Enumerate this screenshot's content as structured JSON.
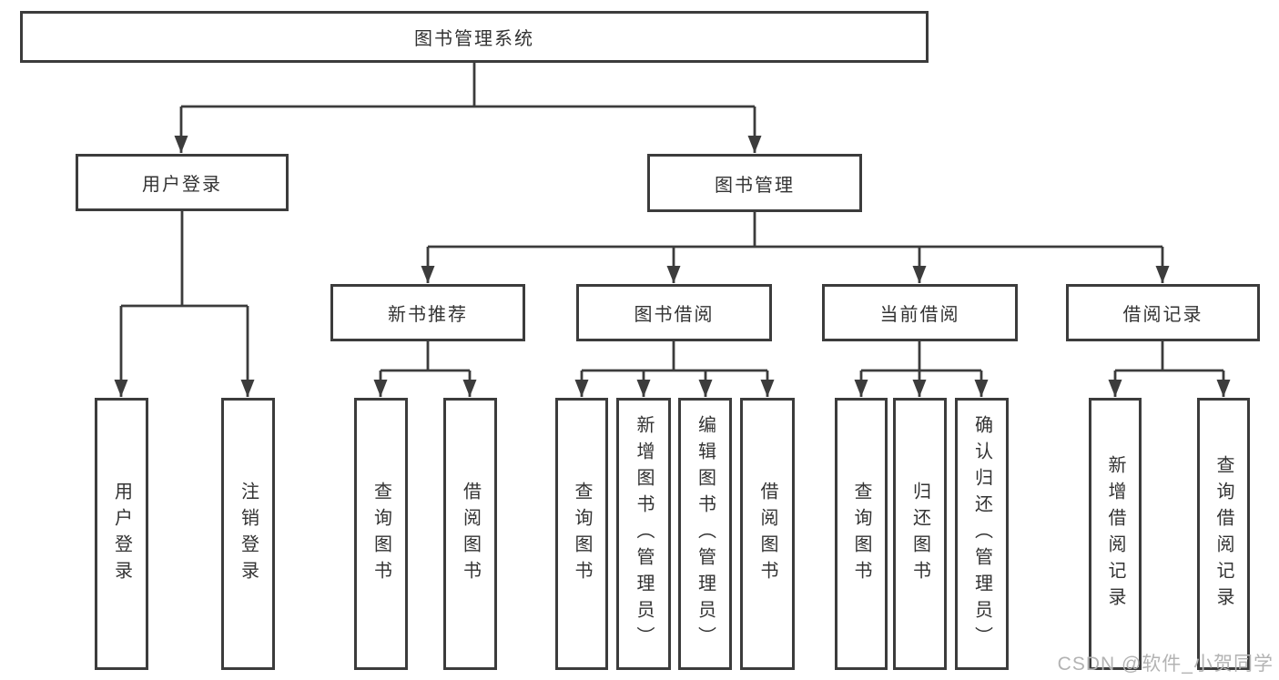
{
  "tree": {
    "root": {
      "label": "图书管理系统"
    },
    "branches": [
      {
        "label": "用户登录",
        "children": [
          {
            "label": "用户登录"
          },
          {
            "label": "注销登录"
          }
        ]
      },
      {
        "label": "图书管理",
        "children": [
          {
            "label": "新书推荐",
            "children": [
              {
                "label": "查询图书"
              },
              {
                "label": "借阅图书"
              }
            ]
          },
          {
            "label": "图书借阅",
            "children": [
              {
                "label": "查询图书"
              },
              {
                "label": "新增图书（管理员）"
              },
              {
                "label": "编辑图书（管理员）"
              },
              {
                "label": "借阅图书"
              }
            ]
          },
          {
            "label": "当前借阅",
            "children": [
              {
                "label": "查询图书"
              },
              {
                "label": "归还图书"
              },
              {
                "label": "确认归还（管理员）"
              }
            ]
          },
          {
            "label": "借阅记录",
            "children": [
              {
                "label": "新增借阅记录"
              },
              {
                "label": "查询借阅记录"
              }
            ]
          }
        ]
      }
    ]
  },
  "page": {
    "watermark": "CSDN @软件_小贺同学"
  },
  "colors": {
    "line": "#3c3c3c",
    "text": "#333333",
    "watermark": "#b3b3b3",
    "background": "#ffffff"
  }
}
